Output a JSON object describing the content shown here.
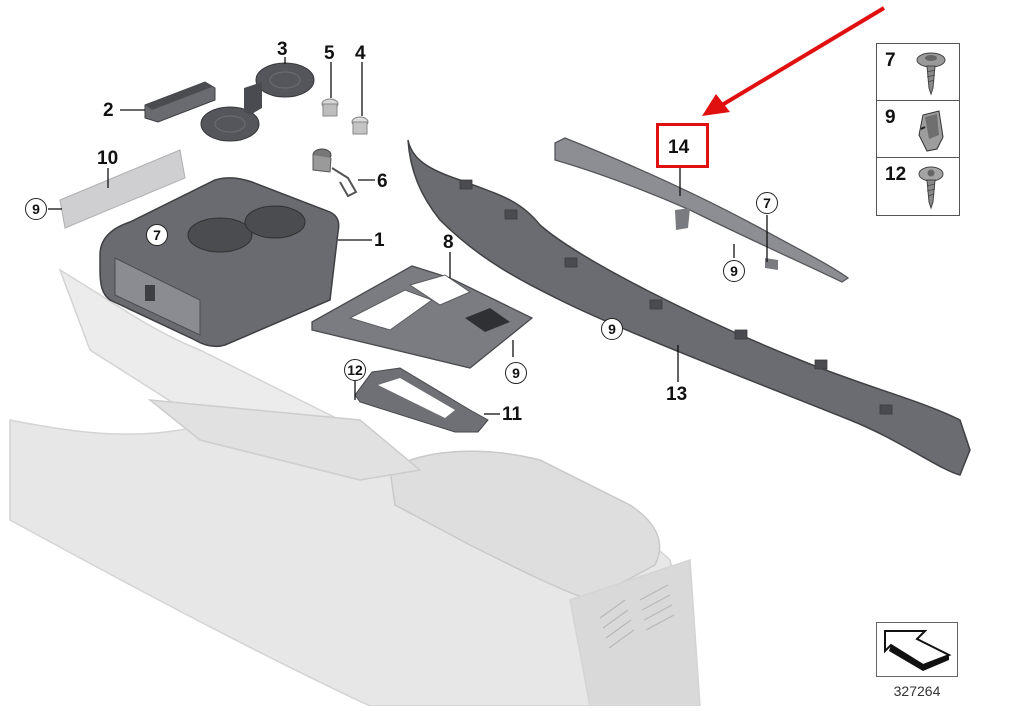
{
  "diagram": {
    "type": "exploded-parts-diagram",
    "subject": "center console trim assembly",
    "colors": {
      "part_dark": "#5f6066",
      "part_mid": "#8a8b90",
      "console_ghost": "#e4e4e4",
      "highlight": "#e01010",
      "text": "#111111"
    },
    "callouts": [
      {
        "id": "c1",
        "label": "1"
      },
      {
        "id": "c2",
        "label": "2"
      },
      {
        "id": "c3",
        "label": "3"
      },
      {
        "id": "c4",
        "label": "4"
      },
      {
        "id": "c5",
        "label": "5"
      },
      {
        "id": "c6",
        "label": "6"
      },
      {
        "id": "c8",
        "label": "8"
      },
      {
        "id": "c10",
        "label": "10"
      },
      {
        "id": "c11",
        "label": "11"
      },
      {
        "id": "c13",
        "label": "13"
      },
      {
        "id": "c14",
        "label": "14"
      }
    ],
    "circled_callouts": [
      {
        "id": "r9a",
        "label": "9"
      },
      {
        "id": "r7a",
        "label": "7"
      },
      {
        "id": "r12",
        "label": "12"
      },
      {
        "id": "r9b",
        "label": "9"
      },
      {
        "id": "r9c",
        "label": "9"
      },
      {
        "id": "r9d",
        "label": "9"
      },
      {
        "id": "r7b",
        "label": "7"
      }
    ],
    "legend": {
      "items": [
        {
          "number": "7",
          "icon": "screw-washer-head-icon"
        },
        {
          "number": "9",
          "icon": "spring-clip-nut-icon"
        },
        {
          "number": "12",
          "icon": "screw-flat-head-icon"
        }
      ]
    },
    "highlight": {
      "target_label": "14",
      "arrow_color": "#e01010"
    },
    "footer": {
      "icon": "view-direction-arrow-icon",
      "code": "327264"
    }
  }
}
